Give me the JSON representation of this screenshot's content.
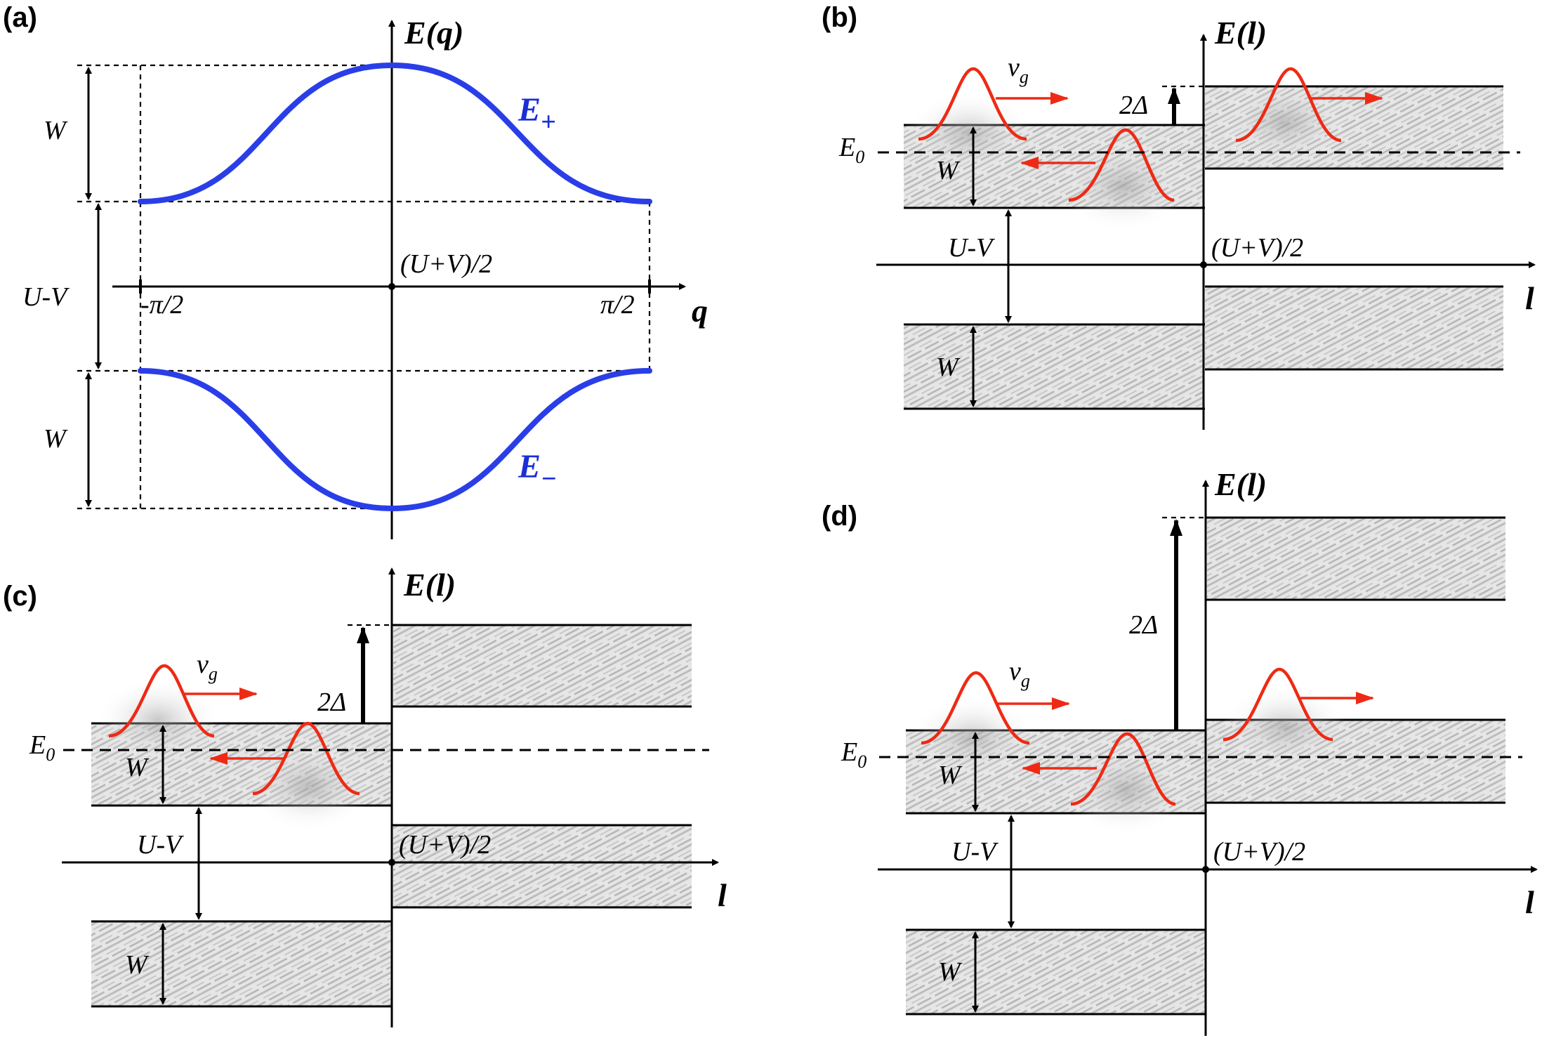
{
  "panels": {
    "a": {
      "label": "(a)",
      "axis_y": "E(q)",
      "axis_x": "q",
      "origin": "(U+V)/2",
      "tick_left": "-π/2",
      "tick_right": "π/2",
      "band_upper": "E",
      "band_upper_sub": "+",
      "band_lower": "E",
      "band_lower_sub": "−",
      "width_upper": "W",
      "gap": "U-V",
      "width_lower": "W"
    },
    "b": {
      "label": "(b)",
      "axis_y": "E(l)",
      "axis_x": "l",
      "origin": "(U+V)/2",
      "group_velocity": "v",
      "group_velocity_sub": "g",
      "shift": "2Δ",
      "energy": "E",
      "energy_sub": "0",
      "width_upper": "W",
      "gap": "U-V",
      "width_lower": "W"
    },
    "c": {
      "label": "(c)",
      "axis_y": "E(l)",
      "axis_x": "l",
      "origin": "(U+V)/2",
      "group_velocity": "v",
      "group_velocity_sub": "g",
      "shift": "2Δ",
      "energy": "E",
      "energy_sub": "0",
      "width_upper": "W",
      "gap": "U-V",
      "width_lower": "W"
    },
    "d": {
      "label": "(d)",
      "axis_y": "E(l)",
      "axis_x": "l",
      "origin": "(U+V)/2",
      "group_velocity": "v",
      "group_velocity_sub": "g",
      "shift": "2Δ",
      "energy": "E",
      "energy_sub": "0",
      "width_upper": "W",
      "gap": "U-V",
      "width_lower": "W"
    }
  },
  "colors": {
    "dispersion": "#2a3ee8",
    "wavepacket": "#ee2a14",
    "band_fill": "#d9d9d9"
  }
}
